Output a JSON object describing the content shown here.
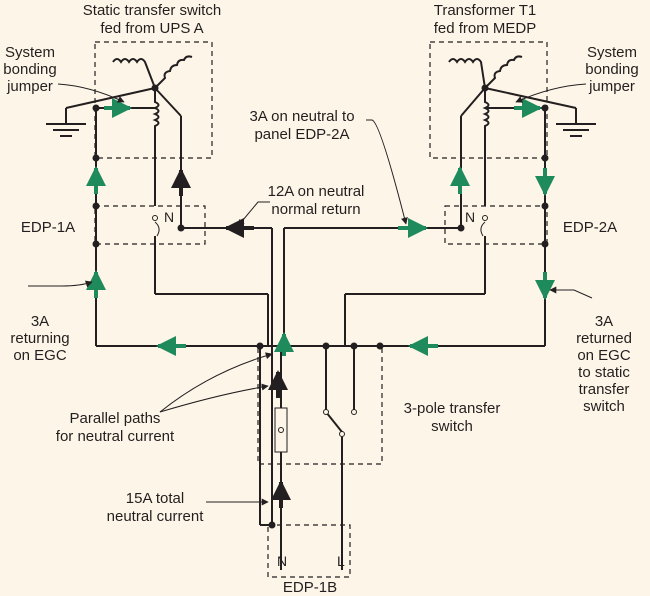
{
  "labels": {
    "sts_line1": "Static transfer switch",
    "sts_line2": "fed from UPS A",
    "t1_line1": "Transformer T1",
    "t1_line2": "fed from MEDP",
    "sbj_left_1": "System",
    "sbj_left_2": "bonding",
    "sbj_left_3": "jumper",
    "sbj_right_1": "System",
    "sbj_right_2": "bonding",
    "sbj_right_3": "jumper",
    "three_a_line1": "3A on neutral to",
    "three_a_line2": "panel EDP-2A",
    "twelve_a_line1": "12A on neutral",
    "twelve_a_line2": "normal return",
    "edp1a": "EDP-1A",
    "edp2a": "EDP-2A",
    "n_left": "N",
    "n_right": "N",
    "ret_left_1": "3A",
    "ret_left_2": "returning",
    "ret_left_3": "on EGC",
    "ret_right_1": "3A",
    "ret_right_2": "returned",
    "ret_right_3": "on EGC",
    "ret_right_4": "to static",
    "ret_right_5": "transfer",
    "ret_right_6": "switch",
    "parallel_1": "Parallel paths",
    "parallel_2": "for neutral current",
    "three_pole_1": "3-pole transfer",
    "three_pole_2": "switch",
    "total_1": "15A total",
    "total_2": "neutral current",
    "edp1b": "EDP-1B",
    "edp1b_n": "N",
    "edp1b_l": "L"
  },
  "colors": {
    "background": "#fdf6e8",
    "line": "#231f20",
    "green_arrow": "#1f8a5b"
  }
}
